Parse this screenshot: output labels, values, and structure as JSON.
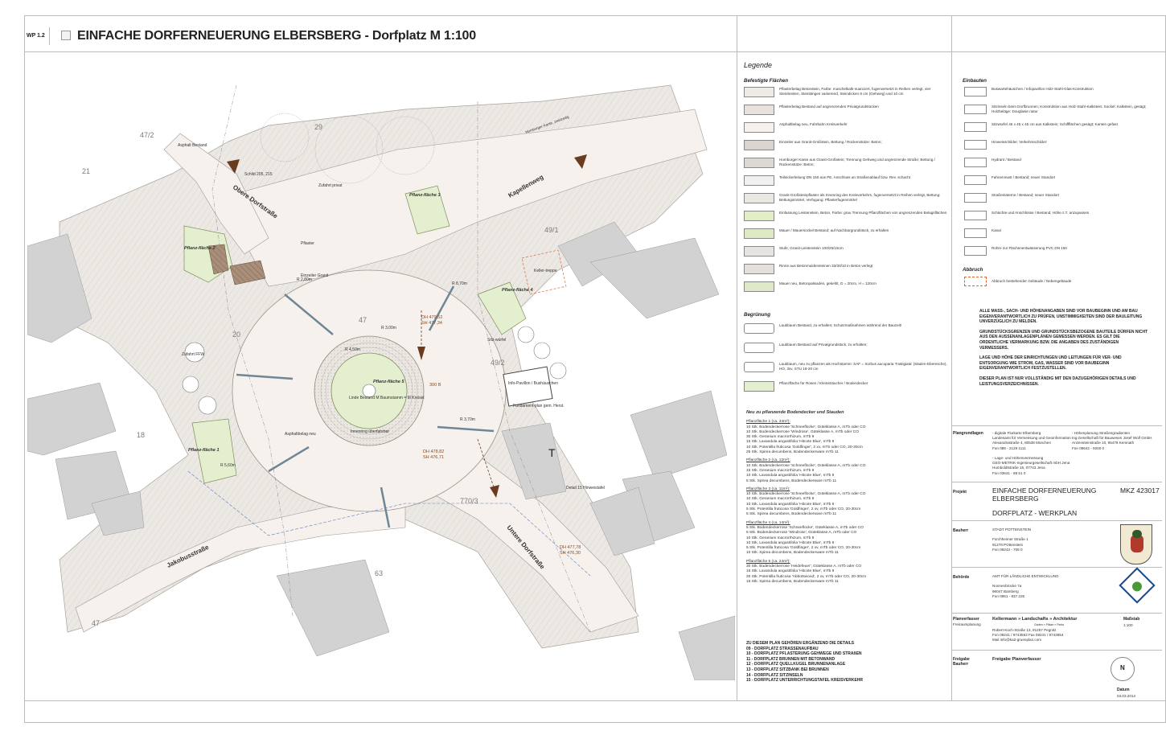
{
  "header": {
    "sheet_code": "WP 1.2",
    "title": "EINFACHE DORFERNEUERUNG ELBERSBERG - Dorfplatz  M 1:100"
  },
  "legend": {
    "title": "Legende",
    "befestigte_title": "Befestigte Flächen",
    "befestigte": [
      {
        "text": "Pflasterbelag Betonstein, Farbe: muschelkalk-nuanciert, fugenversetzt in Reihen verlegt, vier Steinbreiten, Steinlängen variierend, Steindicken 8 cm (Gehweg) und 10 cm",
        "color": "#eeeae4"
      },
      {
        "text": "Pflasterbelag Bestand auf angrenzenden Privatgrundstücken",
        "color": "#e8e2dc"
      },
      {
        "text": "Asphaltbelag neu, Fahrbahn Kreisverkehr",
        "color": "#f6f1ec"
      },
      {
        "text": "Einzeiler aus Granit-Großstein, Bettung / Rückenstütze: Beton;",
        "color": "#d9d4ce"
      },
      {
        "text": "Homburger Kante aus Granit-Großstein; Trennung Gehweg und angrenzende Straße; Bettung / Rückenstütze: Beton;",
        "color": "#dcd8d4"
      },
      {
        "text": "Teilsickerleitung DN 150 aus PE, Anschluss an Straßenablauf bzw. Rev. schacht",
        "color": "#f2f0ee"
      },
      {
        "text": "Granit-Großsteinpflaster als Innenring des Kreisverkehrs, fugenversetzt in Reihen verlegt, Bettung: Bettungsmörtel, Verfugung: Pflasterfugenmörtel",
        "color": "#ebe7e2"
      },
      {
        "text": "Einfassung Leistenstein, Beton, Farbe: grau Trennung Pflanzflächen von angrenzenden Belagsflächen",
        "color": "#e2eec6"
      },
      {
        "text": "Mauer / Mauersockel Bestand; auf Nachbargrundstück, zu erhalten",
        "color": "#dfe9c4"
      },
      {
        "text": "Stufe, Granit-Leistenstein 100/25/15cm",
        "color": "#e6e3e0"
      },
      {
        "text": "Rinne aus Betonmuldensteinen 33/30/10 in Beton verlegt",
        "color": "#e4e0dc"
      },
      {
        "text": "Mauer neu, Betonpalisaden, gekehlt, D = 20cm, H = 120cm",
        "color": "#dfe8c8"
      }
    ],
    "begruenung_title": "Begrünung",
    "begruenung": [
      {
        "text": "Laubbaum Bestand, zu erhalten; Schutzmaßnahmen während der Bauzeit!",
        "color": "#ffffff"
      },
      {
        "text": "Laubbaum Bestand auf Privatgrundstück, zu erhalten;",
        "color": "#ffffff"
      },
      {
        "text": "Laubbaum, neu zu pflanzen als Hochstamm: SAF = Sorbus aucuparia 'Fastigiata' (Säulen-Eberesche), HO, 3xv, STU 18-20 cm",
        "color": "#ffffff"
      },
      {
        "text": "Pflanzfläche für Rosen / Kleinsträucher / Bodendecker",
        "color": "#e3efce"
      }
    ],
    "einbauten_title": "Einbauten",
    "einbauten": [
      "Buswartehäuschen / Infopavillon Holz-Stahl-Glas-Konstruktion",
      "Sitzinseln beim Dorfbrunnen; Konstruktion aus Holz-Stahl-Kalkstein; Sockel: Kalkstein, gesägt; Holzbeläge: Douglasie natur",
      "Sitzwürfel 45 x 45 x 45 cm aus Kalkstein; Schiffflächen gesägt; Kanten gefast",
      "Hinweisschilder, Verkehrsschilder:",
      "Hydrant / Bestand",
      "Fahnenmast / Bestand; neuer Standort",
      "Straßenlaterne / Bestand; neuer Standort",
      "Schächte und Anschlüsse / Bestand; Höhe z.T. anzupassen",
      "Kanal",
      "Rohre zur Flächenentwässerung PVC DN 150"
    ],
    "abbruch_title": "Abbruch",
    "abbruch": "Abbruch bestehender Gebäude / Nebengebäude"
  },
  "notes": [
    "ALLE MASS-, SACH- UND HÖHENANGABEN SIND VOR BAUBEGINN UND AM BAU EIGENVERANTWORTLICH ZU PRÜFEN, UNSTIMMIGKEITEN SIND DER BAULEITUNG UNVERZÜGLICH ZU MELDEN.",
    "GRUNDSTÜCKSGRENZEN UND GRUNDSTÜCKSBEZOGENE BAUTEILE DÜRFEN NICHT AUS DEN AUSSENANLAGENPLÄNEN GEMESSEN WERDEN. ES GILT DIE ORDENTLICHE VERMARKUNG BZW. DIE ANGABEN DES ZUSTÄNDIGEN VERMESSERS.",
    "LAGE UND HÖHE DER EINRICHTUNGEN UND LEITUNGEN FÜR VER- UND ENTSORGUNG WIE STROM, GAS, WASSER SIND VOR BAUBEGINN EIGENVERANTWORTLICH FESTZUSTELLEN.",
    "DIESER PLAN IST NUR VOLLSTÄNDIG MIT DEN DAZUGEHÖRIGEN DETAILS UND LEISTUNGSVERZEICHNISSEN."
  ],
  "planting": {
    "title": "Neu zu pflanzende Bodendecker und Stauden",
    "groups": [
      {
        "name": "Pflanzfläche 1 (ca. 34m²):",
        "items": [
          "10 Stk.  Bodendeckerrose 'Schneeflocke', Güteklasse A, mTb oder CO",
          "10 Stk.  Bodendeckerrose 'Windrose', Güteklasse A, mTb oder CO",
          "30 Stk.  Geranium macrorrhizum, mTb 9",
          "15 Stk.  Lavandula angustifolia 'Hitcote Blue', mTb 9",
          "10 Stk.  Potentilla fruticosa 'Goldfinger', 2 xv, mTb oder CO, 20-30cm",
          "25 Stk.  Spirea decumbens, Bodendeckerware mTb 11"
        ]
      },
      {
        "name": "Pflanzfläche 2 (ca. 12m²):",
        "items": [
          "10 Stk.  Bodendeckerrose 'Schneeflocke', Güteklasse A, mTb oder CO",
          "15 Stk.  Geranium macrorrhizum, mTb 9",
          "10 Stk.  Lavandula angustifolia 'Hitcote Blue', mTb 9",
          "5 Stk.  Spirea decumbens, Bodendeckerware mTb 11"
        ]
      },
      {
        "name": "Pflanzfläche 3 (ca. 11m²):",
        "items": [
          "10 Stk.  Bodendeckerrose 'Schneeflocke', Güteklasse A, mTb oder CO",
          "10 Stk.  Geranium macrorrhizum, mTb 9",
          "10 Stk.  Lavandula angustifolia 'Hitcote Blue', mTb 9",
          "5 Stk.  Potentilla fruticosa 'Goldfinger', 2 xv, mTb oder CO, 20-30cm",
          "5 Stk.  Spirea decumbens, Bodendeckerware mTb 11"
        ]
      },
      {
        "name": "Pflanzfläche 4 (ca. 14m²):",
        "items": [
          "5 Stk.  Bodendeckerrose 'Schneeflocke', Güteklasse A, mTb oder CO",
          "5 Stk.  Bodendeckerrose 'Windrose', Güteklasse A, mTb oder CO",
          "10 Stk.  Geranium macrorrhizum, mTb 9",
          "10 Stk.  Lavandula angustifolia 'Hitcote Blue', mTb 9",
          "5 Stk.  Potentilla fruticosa 'Goldfinger', 2 xv, mTb oder CO, 20-30cm",
          "10 Stk.  Spirea decumbens, Bodendeckerware mTb 11"
        ]
      },
      {
        "name": "Pflanzfläche 5 (ca. 24m²):",
        "items": [
          "30 Stk.  Bodendeckerrose 'Heidefeuer', Güteklasse A, mTb oder CO",
          "15 Stk.  Lavandula angustifolia 'Hitcote Blue', mTb 9",
          "20 Stk.  Potentilla fruticosa 'Abbotswood', 2 xv, mTb oder CO, 20-30cm",
          "15 Stk.  Spirea decumbens, Bodendeckerware mTb 11"
        ]
      }
    ]
  },
  "details": [
    "ZU DIESEM PLAN GEHÖREN ERGÄNZEND DIE DETAILS",
    "09 - DORFPLATZ STRASSENAUFBAU",
    "10 - DORFPLATZ PFLASTERUNG GEHWEGE UND STRAßEN",
    "11 - DORFPLATZ BRUNNEN MIT BETONWAND",
    "12 - DORFPLATZ QUELLKUGEL BRUNNENANLAGE",
    "13 - DORFPLATZ SITZBANK BEI BRUNNEN",
    "14 - DORFPLATZ SITZINSELN",
    "15 - DORFPLATZ UNTERRICHTUNGSTAFEL KREISVERKEHR"
  ],
  "titleblock": {
    "plangrundlagen_label": "Plangrundlagen",
    "plangrundlagen_left": [
      "- digitale Flurkarte Elbersberg",
      "Landesamt für Vermessung und Geoinformation",
      "Alexandrastraße 4, 80538 München",
      "Fon 089 - 2129 1111",
      "",
      "- Lage- und Höhenvermessung",
      "GEO-METRIK-Ingenieurgesellschaft mbH Jena",
      "Humboldtstraße 16, 07743 Jena",
      "Fon 03641 - 88 51 0"
    ],
    "plangrundlagen_right": [
      "- Höhenplanung Straßengradienten",
      "Ing.Gesellschaft für Bauwesen Josef Wolf GmbH",
      "Anzensteinstraße 10, 95478 Kemnath",
      "Fon 09642 - 9200 0"
    ],
    "projekt_label": "Projekt",
    "projekt_name": "EINFACHE DORFERNEUERUNG ELBERSBERG",
    "projekt_mkz": "MKZ 423017",
    "projekt_sub": "DORFPLATZ - WERKPLAN",
    "bauherr_label": "Bauherr",
    "bauherr": [
      "STADT POTTENSTEIN",
      "",
      "Forchheimer Straße 1",
      "91278 POttenstein",
      "Fon 09243 - 708 0"
    ],
    "behoerde_label": "Behörde",
    "behoerde": [
      "AMT FÜR LÄNDLICHE ENTWICKLUNG",
      "",
      "Nonnenbrücke 7a",
      "96047 Bamberg",
      "Fon 0951 - 837 225"
    ],
    "planverfasser_label": "Planverfasser",
    "planverfasser_sub": "Freiraumplanung",
    "planverfasser_firm": "Kellermann » Landschafts » Architektur",
    "planverfasser_tag": "Garten » Plätze » Parks",
    "planverfasser_addr": [
      "Robert-Koch-Straße 13, 91257 Pegnitz",
      "Fon 09241 / 9743553   Fax 09241 / 9743554",
      "Mail info@ka2-gruenplan.com"
    ],
    "massstab_label": "Maßstab",
    "massstab": "1:100",
    "freigabe_label": "Freigabe Bauherr",
    "freigabe_text": "Freigabe Planverfasser",
    "north": "N",
    "datum_label": "Datum",
    "datum": "04.03.2014"
  },
  "plan_labels": {
    "parcels": [
      "47/2",
      "29",
      "21",
      "20",
      "18",
      "47",
      "63",
      "49/1",
      "49/2",
      "770/3",
      "47"
    ],
    "streets": [
      "Obere Dorfstraße",
      "Kapellenweg",
      "Jakobusstraße",
      "Untere Dorfstraße",
      "Homburger Kante, zweizeilig"
    ],
    "areas": [
      "Pflanz-fläche 2",
      "Pflanz-fläche 3",
      "Pflanz-fläche 4",
      "Pflanz-fläche 5",
      "Pflanz-fläche 1"
    ],
    "misc": [
      "Asphalt Bestand",
      "Zufahrt privat",
      "Pflaster",
      "Einzeiler Granit",
      "Asphaltbelag neu",
      "Linde Bestand M Baumstamm = M Kreisel",
      "Innenring überfahrbar",
      "Info-Pavillon / Bushäuschen",
      "Fundament-plan gem. Herst.",
      "Keller-treppe",
      "Sitz-würfel",
      "Zufahrt FFW",
      "Schild 205, 215",
      "Detail 15 Hinweistafel",
      "R 4,50m",
      "R 3,00m",
      "R 8,70m",
      "R 3,70m",
      "R 5,60m",
      "R 2,80m",
      "DH 479,52",
      "SH 477,34",
      "DH 478,82",
      "SH 476,71",
      "DH 477,78",
      "SH 476,30",
      "300 B",
      "T"
    ]
  }
}
